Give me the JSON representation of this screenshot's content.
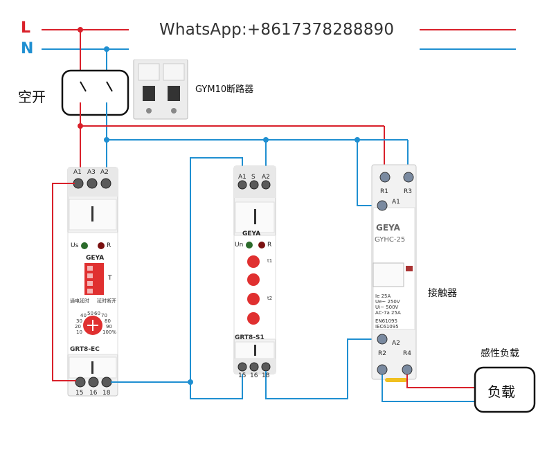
{
  "power": {
    "line_label": "L",
    "neutral_label": "N"
  },
  "watermark": {
    "text": "WhatsApp:+8617378288890"
  },
  "breaker": {
    "label": "空开",
    "model_label": "GYM10断路器"
  },
  "relay1": {
    "terminals_top": [
      "A1",
      "A3",
      "A2"
    ],
    "indicator_us": "Us",
    "indicator_r": "R",
    "brand": "GEYA",
    "switch_label": "T",
    "switch_left_caption": "通电延时",
    "switch_right_caption": "延时断开",
    "dial_scale": [
      "40",
      "50",
      "60",
      "70",
      "30",
      "80",
      "20",
      "90",
      "10",
      "100%"
    ],
    "model": "GRT8-EC",
    "terminals_bottom": [
      "15",
      "16",
      "18"
    ]
  },
  "relay2": {
    "terminals_top": [
      "A1",
      "S",
      "A2"
    ],
    "indicator_un": "Un",
    "indicator_r": "R",
    "brand": "GEYA",
    "t1": "t1",
    "t2": "t2",
    "model": "GRT8-S1",
    "terminals_bottom": [
      "15",
      "16",
      "18"
    ]
  },
  "contactor": {
    "terminals_top": [
      "R1",
      "R3"
    ],
    "a1": "A1",
    "brand": "GEYA",
    "model": "GYHC-25",
    "label": "接触器",
    "spec_lines": [
      "Ie       25A",
      "Ue~   250V",
      "Ui~    500V",
      "AC-7a   25A",
      "EN61095",
      "IEC61095"
    ],
    "a2": "A2",
    "terminals_bottom": [
      "R2",
      "R4"
    ]
  },
  "load": {
    "caption": "感性负载",
    "label": "负载"
  },
  "colors": {
    "line": "#d9202a",
    "neutral": "#1f8fd1",
    "wire_blue": "#1f8fd1",
    "wire_red": "#d9202a"
  }
}
